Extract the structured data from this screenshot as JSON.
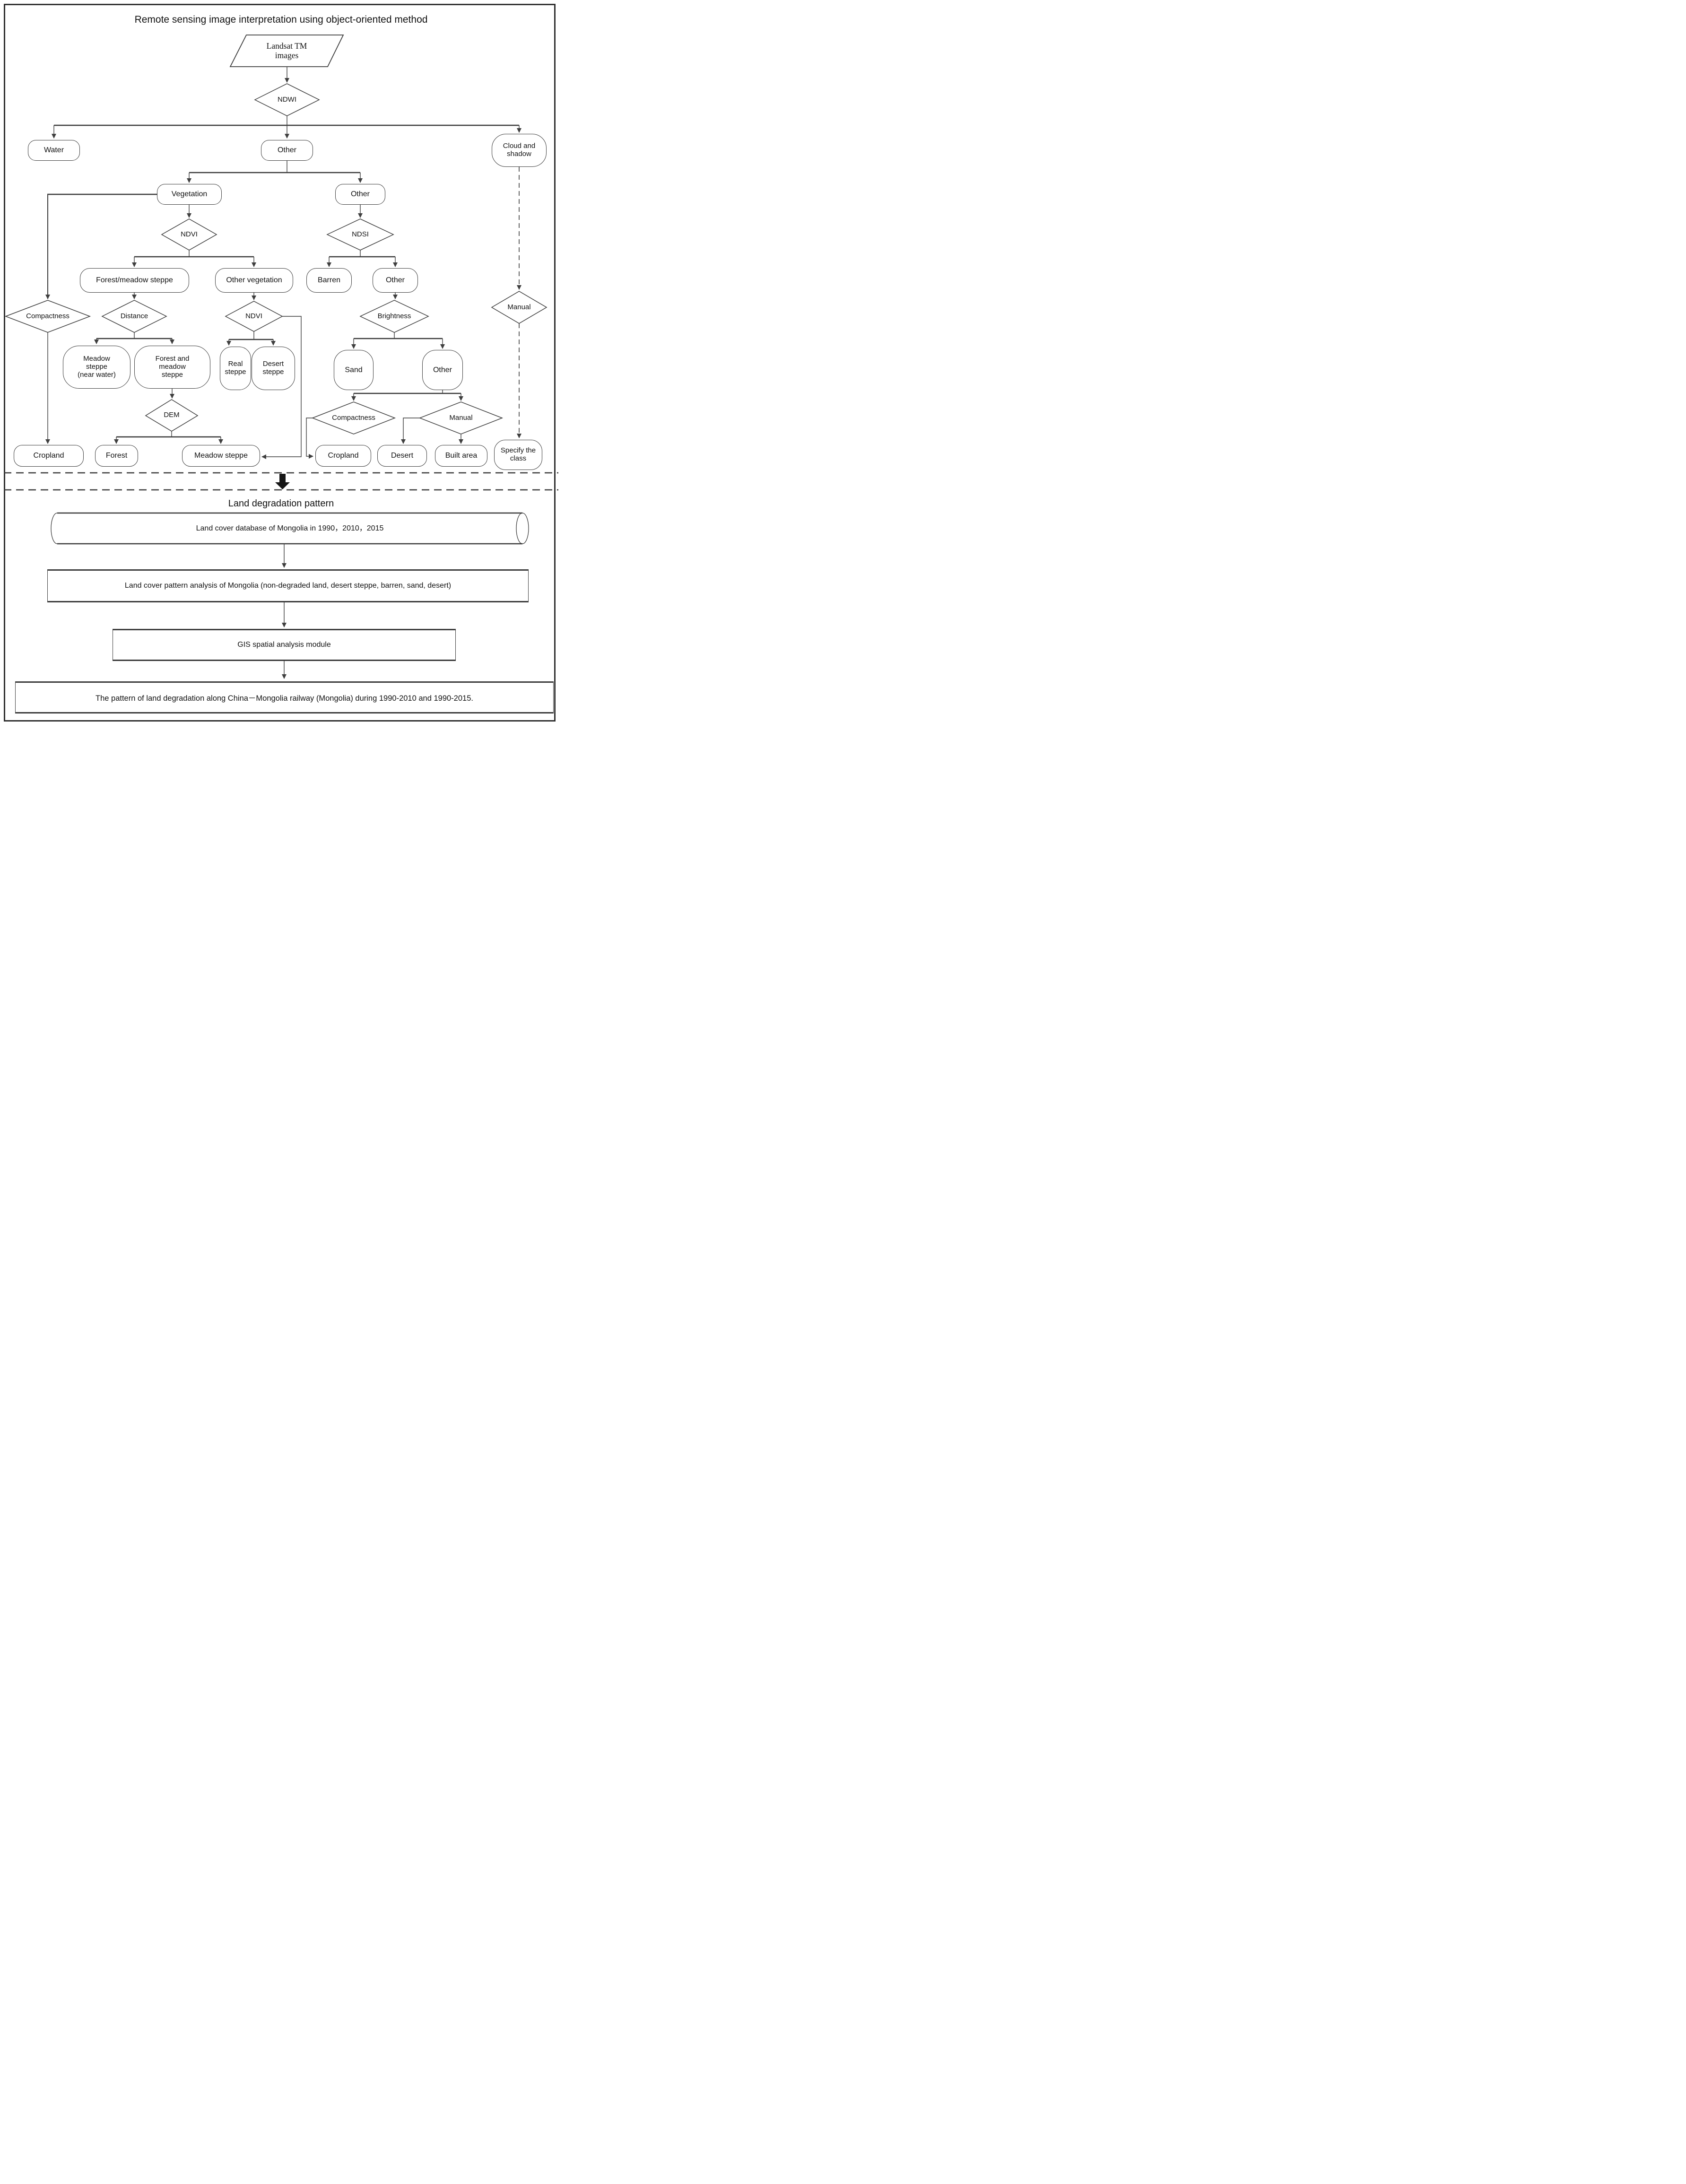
{
  "colors": {
    "background": "#ffffff",
    "line": "#3f3f3f",
    "text": "#111111"
  },
  "title": "Remote sensing image interpretation using object-oriented method",
  "nodes": {
    "landsat": "Landsat TM\nimages",
    "ndwi": "NDWI",
    "water": "Water",
    "other_1": "Other",
    "cloud_shadow": "Cloud and\nshadow",
    "vegetation": "Vegetation",
    "other_2": "Other",
    "ndvi_1": "NDVI",
    "ndsi": "NDSI",
    "forest_meadow_steppe": "Forest/meadow steppe",
    "other_vegetation": "Other vegetation",
    "barren": "Barren",
    "other_3": "Other",
    "compactness_1": "Compactness",
    "distance": "Distance",
    "ndvi_2": "NDVI",
    "brightness": "Brightness",
    "manual_1": "Manual",
    "meadow_steppe_near_water": "Meadow\nsteppe\n(near water)",
    "forest_and_meadow_steppe": "Forest and\nmeadow\nsteppe",
    "real_steppe": "Real\nsteppe",
    "desert_steppe": "Desert\nsteppe",
    "sand": "Sand",
    "other_4": "Other",
    "dem": "DEM",
    "compactness_2": "Compactness",
    "manual_2": "Manual",
    "cropland_1": "Cropland",
    "forest": "Forest",
    "meadow_steppe": "Meadow steppe",
    "cropland_2": "Cropland",
    "desert": "Desert",
    "built_area": "Built area",
    "specify_class": "Specify the\nclass"
  },
  "lower": {
    "heading": "Land degradation pattern",
    "database": "Land cover database of Mongolia in 1990，2010，2015",
    "analysis": "Land cover pattern analysis of Mongolia (non-degraded land, desert steppe, barren, sand, desert)",
    "gis_module": "GIS spatial analysis module",
    "result": "The pattern of land degradation along China－Mongolia railway (Mongolia) during 1990-2010 and 1990-2015."
  }
}
